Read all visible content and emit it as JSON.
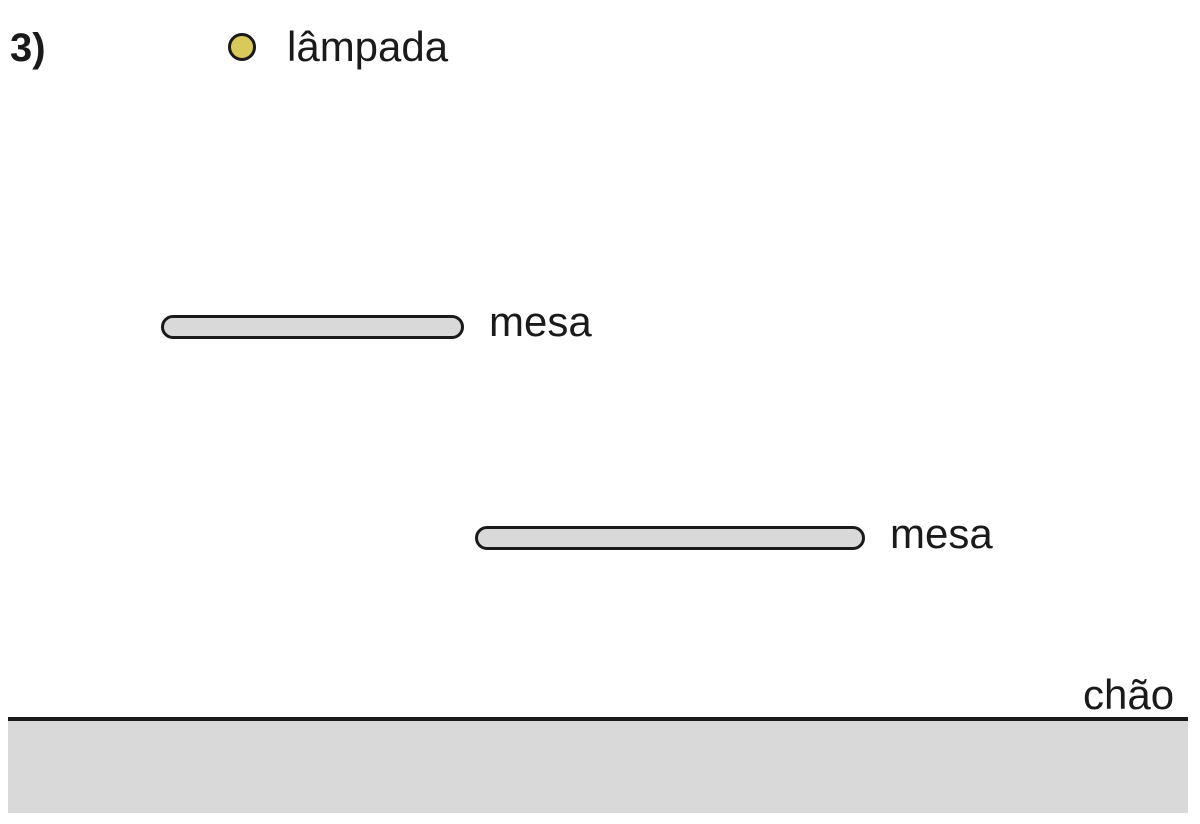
{
  "question": {
    "number": "3)"
  },
  "lamp": {
    "label": "lâmpada",
    "color": "#d9c95a"
  },
  "tables": [
    {
      "label": "mesa",
      "color": "#d9d9d9"
    },
    {
      "label": "mesa",
      "color": "#d9d9d9"
    }
  ],
  "floor": {
    "label": "chão",
    "color": "#d9d9d9"
  }
}
